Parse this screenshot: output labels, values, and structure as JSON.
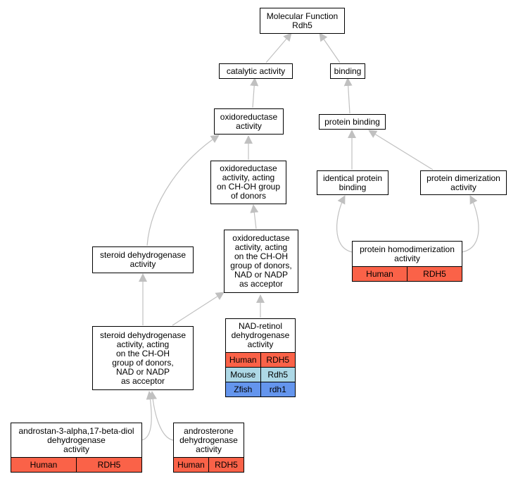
{
  "colors": {
    "edge": "#c0c0c0",
    "Human": "#fa6248",
    "Mouse": "#add8e6",
    "Zfish": "#6495ed"
  },
  "nodes": {
    "mf": {
      "lines": [
        "Molecular Function",
        "Rdh5"
      ]
    },
    "catalytic": {
      "lines": [
        "catalytic activity"
      ]
    },
    "binding": {
      "lines": [
        "binding"
      ]
    },
    "oxido": {
      "lines": [
        "oxidoreductase",
        "activity"
      ]
    },
    "protbind": {
      "lines": [
        "protein binding"
      ]
    },
    "chOH": {
      "lines": [
        "oxidoreductase",
        "activity, acting",
        "on CH-OH group",
        "of donors"
      ]
    },
    "identical": {
      "lines": [
        "identical protein",
        "binding"
      ]
    },
    "dimer": {
      "lines": [
        "protein dimerization",
        "activity"
      ]
    },
    "nad": {
      "lines": [
        "oxidoreductase",
        "activity, acting",
        "on the CH-OH",
        "group of donors,",
        "NAD or NADP",
        "as acceptor"
      ]
    },
    "homodimer": {
      "lines": [
        "protein homodimerization",
        "activity"
      ],
      "rows": [
        {
          "species": "Human",
          "gene": "RDH5"
        }
      ]
    },
    "steroid": {
      "lines": [
        "steroid dehydrogenase",
        "activity"
      ]
    },
    "retinol": {
      "lines": [
        "NAD-retinol",
        "dehydrogenase",
        "activity"
      ],
      "rows": [
        {
          "species": "Human",
          "gene": "RDH5"
        },
        {
          "species": "Mouse",
          "gene": "Rdh5"
        },
        {
          "species": "Zfish",
          "gene": "rdh1"
        }
      ]
    },
    "steroidNad": {
      "lines": [
        "steroid dehydrogenase",
        "activity, acting",
        "on the CH-OH",
        "group of donors,",
        "NAD or NADP",
        "as acceptor"
      ]
    },
    "androstan": {
      "lines": [
        "androstan-3-alpha,17-beta-diol",
        "dehydrogenase",
        "activity"
      ],
      "rows": [
        {
          "species": "Human",
          "gene": "RDH5"
        }
      ]
    },
    "androsterone": {
      "lines": [
        "androsterone",
        "dehydrogenase",
        "activity"
      ],
      "rows": [
        {
          "species": "Human",
          "gene": "RDH5"
        }
      ]
    }
  }
}
